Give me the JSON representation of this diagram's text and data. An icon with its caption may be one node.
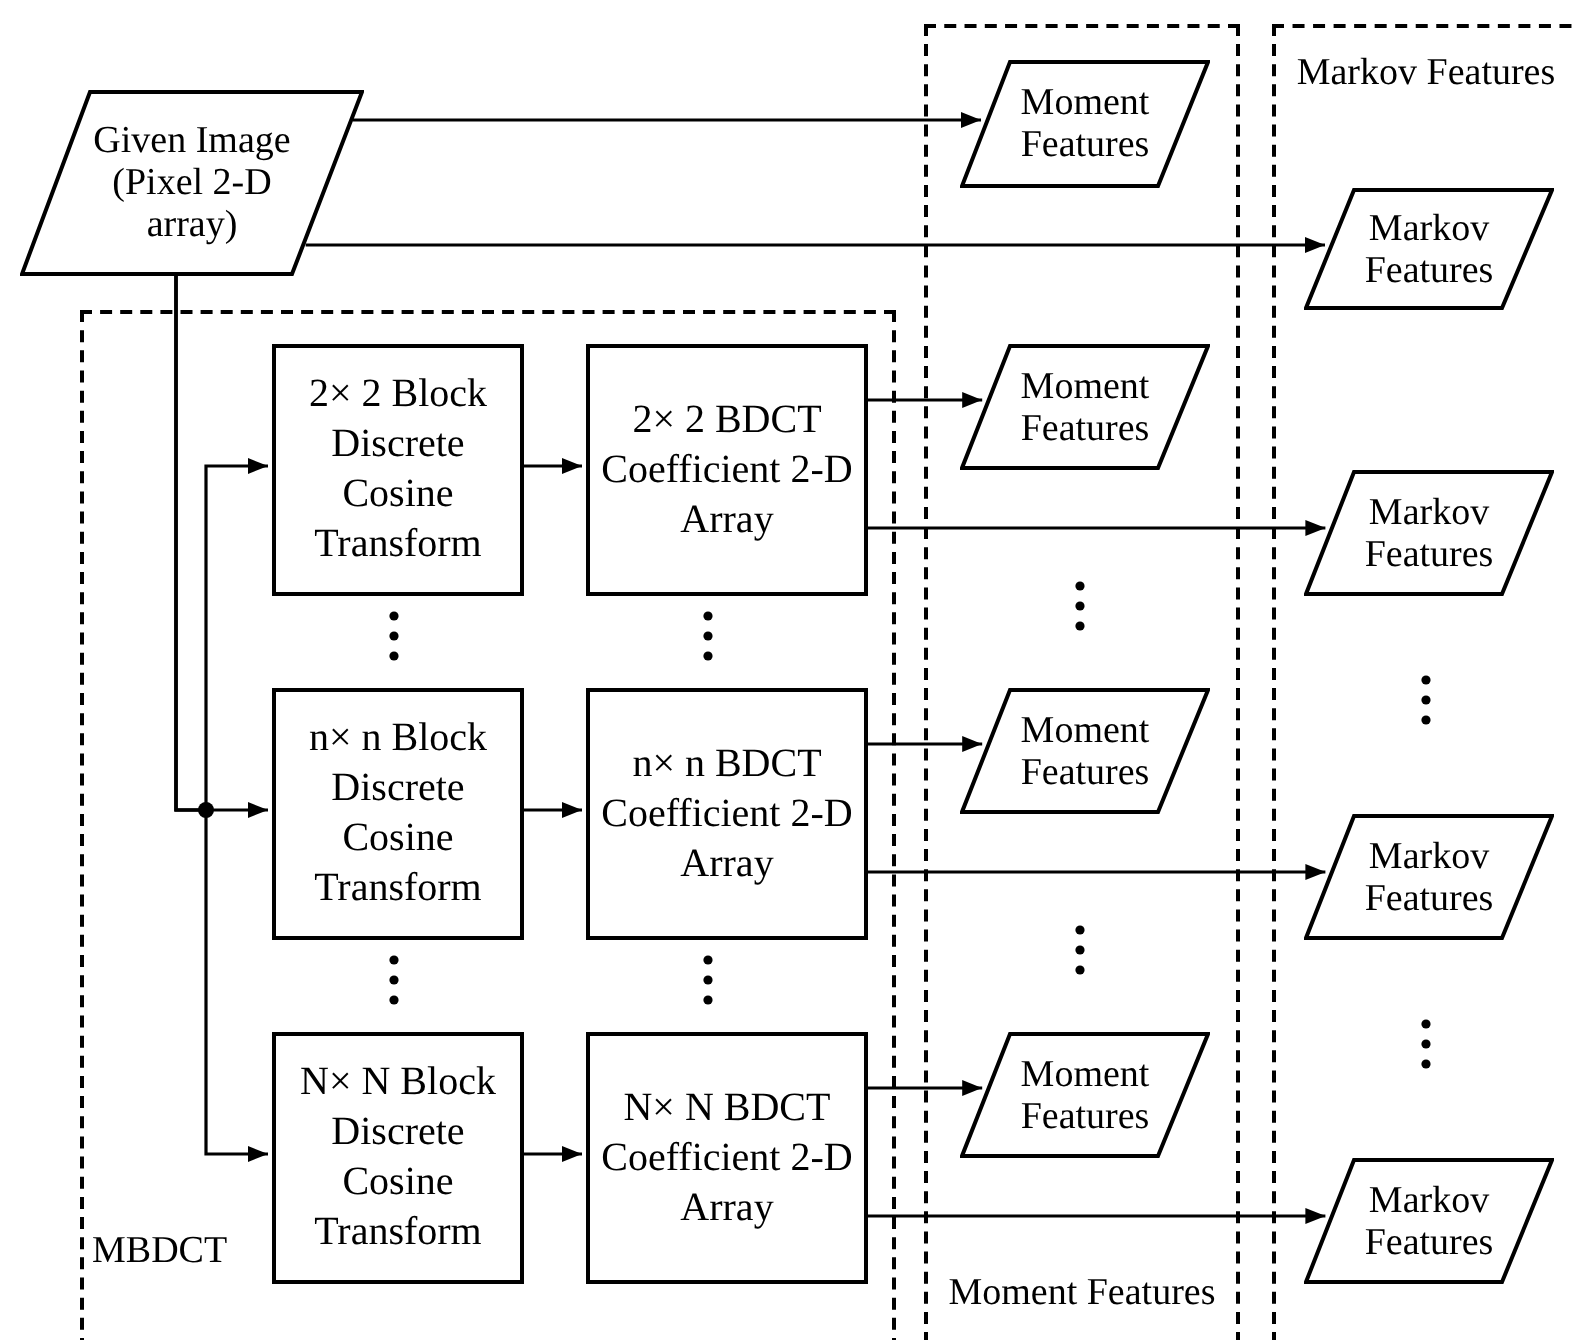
{
  "diagram": {
    "nodes": [
      {
        "text": [
          "Given Image (Pixel 2-D array)"
        ]
      },
      {
        "text": [
          "Moment Features"
        ]
      },
      {
        "text": [
          "Markov Features"
        ]
      },
      {
        "text": [
          "MBDCT"
        ]
      },
      {
        "text": [
          "Moment Features"
        ],
        "in": 1
      },
      {
        "text": [
          "Markov Features"
        ],
        "in": 2
      },
      {
        "text": [
          "2× 2 Block Discrete Cosine Transform"
        ],
        "in": 3
      },
      {
        "text": [
          "2× 2 BDCT Coefficient 2-D Array"
        ],
        "in": 3
      },
      {
        "text": [
          "n× n Block Discrete Cosine Transform"
        ],
        "in": 3
      },
      {
        "text": [
          "n× n BDCT Coefficient 2-D Array"
        ],
        "in": 3
      },
      {
        "text": [
          "N× N Block Discrete Cosine Transform"
        ],
        "in": 3
      },
      {
        "text": [
          "N× N BDCT Coefficient 2-D Array"
        ],
        "in": 3
      },
      {
        "text": [
          "Moment Features"
        ],
        "in": 1
      },
      {
        "text": [
          "Moment Features"
        ],
        "in": 1
      },
      {
        "text": [
          "Moment Features"
        ],
        "in": 1
      },
      {
        "text": [
          "Markov Features"
        ],
        "in": 2
      },
      {
        "text": [
          "Markov Features"
        ],
        "in": 2
      },
      {
        "text": [
          "Markov Features"
        ],
        "in": 2
      }
    ],
    "edges": [
      {
        "from": 0,
        "to": 4,
        "arrow": "to"
      },
      {
        "from": 0,
        "to": 5,
        "arrow": "to"
      },
      {
        "from": 0,
        "to": 6,
        "arrow": "to"
      },
      {
        "from": 0,
        "to": 8,
        "arrow": "to"
      },
      {
        "from": 0,
        "to": 10,
        "arrow": "to"
      },
      {
        "from": 6,
        "to": 7,
        "arrow": "to"
      },
      {
        "from": 8,
        "to": 9,
        "arrow": "to"
      },
      {
        "from": 10,
        "to": 11,
        "arrow": "to"
      },
      {
        "from": 7,
        "to": 12,
        "arrow": "to"
      },
      {
        "from": 7,
        "to": 15,
        "arrow": "to"
      },
      {
        "from": 9,
        "to": 13,
        "arrow": "to"
      },
      {
        "from": 9,
        "to": 16,
        "arrow": "to"
      },
      {
        "from": 11,
        "to": 14,
        "arrow": "to"
      },
      {
        "from": 11,
        "to": 17,
        "arrow": "to"
      }
    ]
  }
}
